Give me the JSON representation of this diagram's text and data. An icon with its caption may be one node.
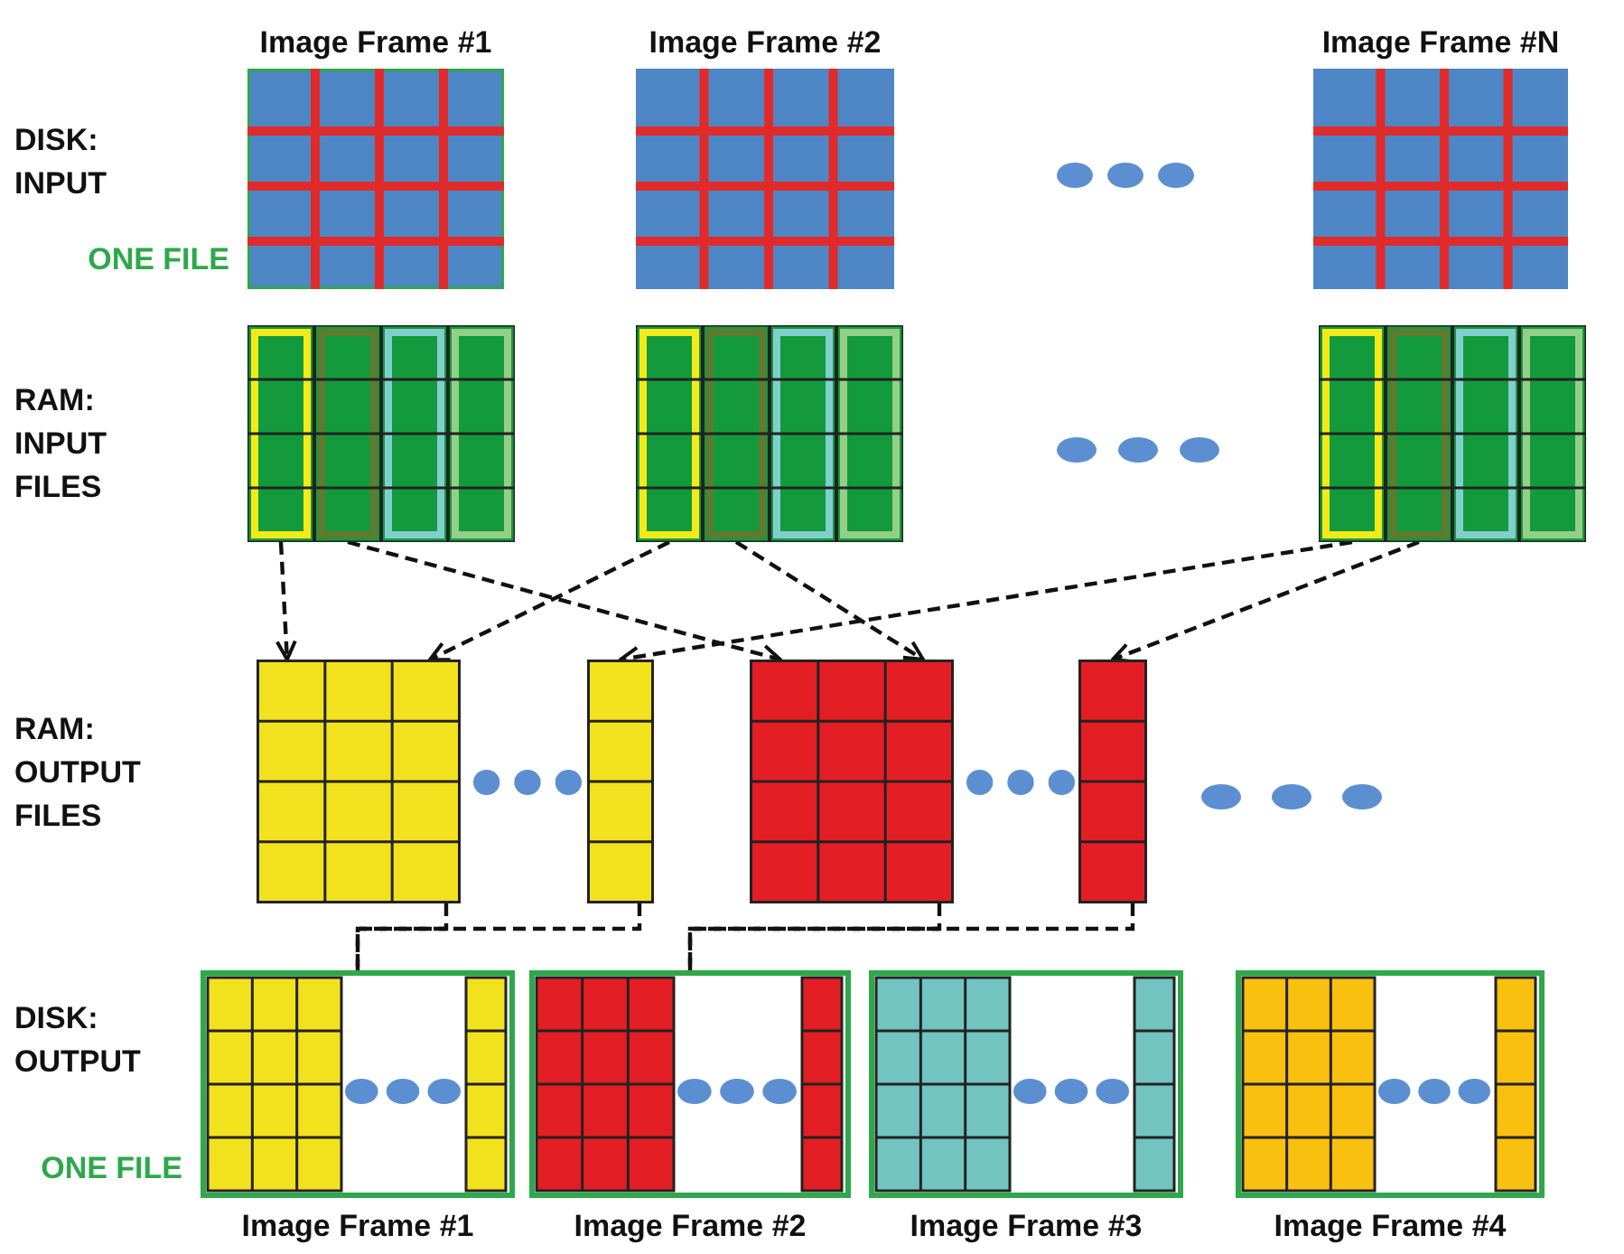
{
  "diagram": {
    "nodes": [
      {
        "text": [
          "Image Frame #1"
        ],
        "beside": [
          "ONE FILE"
        ]
      },
      {
        "text": [
          "Image Frame #2"
        ]
      },
      {
        "text": [
          "Image Frame #N"
        ]
      },
      {
        "text": [],
        "shape": "box"
      },
      {
        "text": [],
        "shape": "box"
      },
      {
        "text": [],
        "shape": "box"
      },
      {
        "text": [],
        "shape": "box"
      },
      {
        "text": [],
        "shape": "box"
      },
      {
        "text": [],
        "shape": "box"
      },
      {
        "text": [],
        "shape": "box"
      },
      {
        "text": [
          "Image Frame #1"
        ],
        "beside": [
          "ONE FILE"
        ]
      },
      {
        "text": [
          "Image Frame #2"
        ]
      },
      {
        "text": [
          "Image Frame #3"
        ]
      },
      {
        "text": [
          "Image Frame #4"
        ]
      }
    ],
    "edges": [
      {
        "from": 3,
        "to": 6,
        "arrow": "to",
        "style": "dashed"
      },
      {
        "from": 3,
        "to": 8,
        "arrow": "to",
        "style": "dashed"
      },
      {
        "from": 4,
        "to": 6,
        "arrow": "to",
        "style": "dashed"
      },
      {
        "from": 4,
        "to": 8,
        "arrow": "to",
        "style": "dashed"
      },
      {
        "from": 5,
        "to": 7,
        "arrow": "to",
        "style": "dashed"
      },
      {
        "from": 5,
        "to": 9,
        "arrow": "to",
        "style": "dashed"
      },
      {
        "from": 6,
        "to": 10,
        "arrow": "none",
        "style": "dashed"
      },
      {
        "from": 7,
        "to": 10,
        "arrow": "none",
        "style": "dashed"
      },
      {
        "from": 8,
        "to": 11,
        "arrow": "none",
        "style": "dashed"
      },
      {
        "from": 9,
        "to": 11,
        "arrow": "none",
        "style": "dashed"
      }
    ],
    "labels": [
      "DISK: INPUT",
      "RAM: INPUT FILES",
      "RAM: OUTPUT FILES",
      "DISK: OUTPUT"
    ]
  }
}
